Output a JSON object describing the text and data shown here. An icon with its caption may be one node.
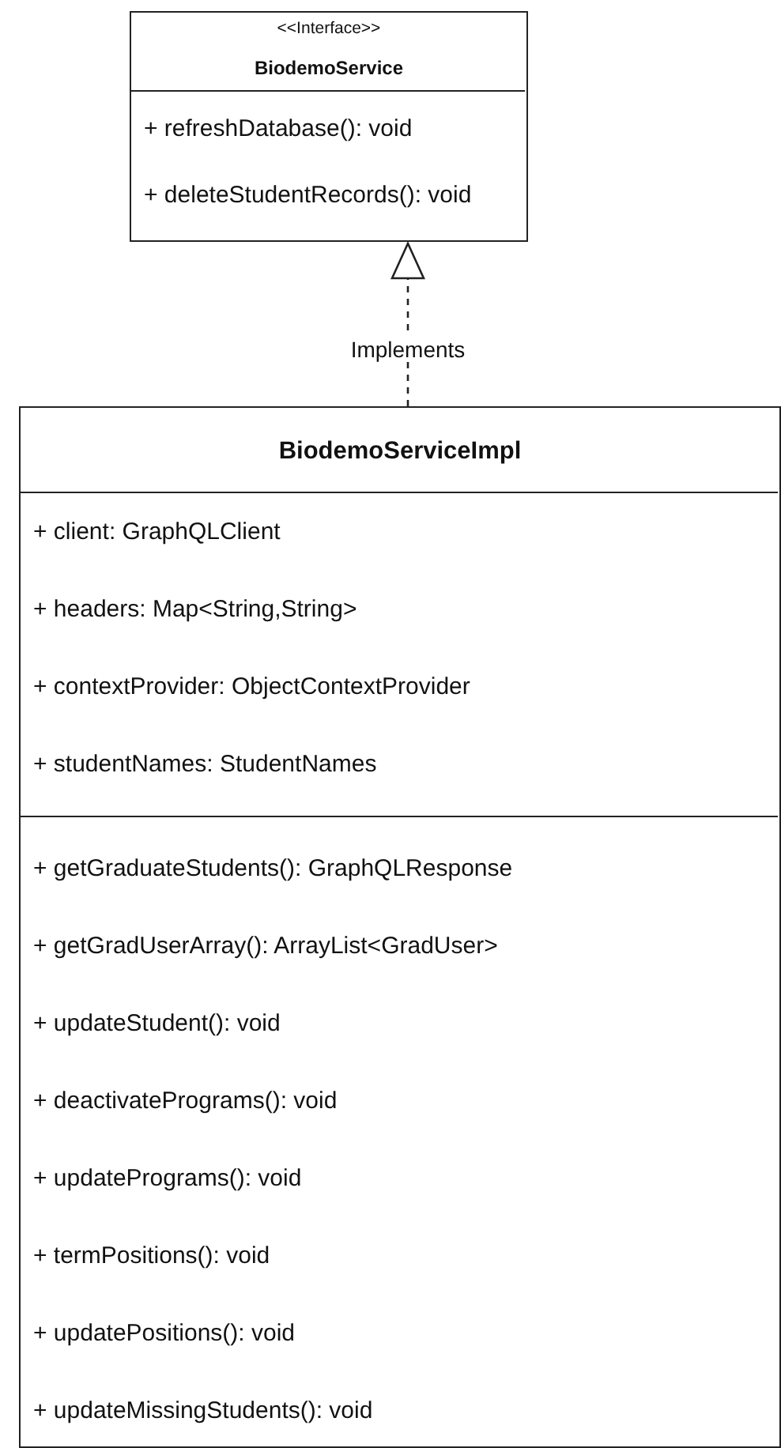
{
  "diagram": {
    "nodes": [
      {
        "text": [
          "<<Interface>>",
          "BiodemoService"
        ]
      },
      {
        "text": [
          "+ refreshDatabase(): void",
          "+ deleteStudentRecords(): void"
        ],
        "in": 0
      },
      {
        "text": [
          "BiodemoServiceImpl"
        ]
      },
      {
        "text": [
          "+ client: GraphQLClient",
          "+ headers: Map<String,String>",
          "+ contextProvider: ObjectContextProvider",
          "+ studentNames: StudentNames"
        ],
        "in": 2
      },
      {
        "text": [
          "+ getGraduateStudents(): GraphQLResponse",
          "+ getGradUserArray(): ArrayList<GradUser>",
          "+ updateStudent(): void",
          "+ deactivatePrograms(): void",
          "+ updatePrograms(): void",
          "+ termPositions(): void",
          "+ updatePositions(): void",
          "+ updateMissingStudents(): void"
        ],
        "in": 2
      }
    ],
    "edges": [
      {
        "from": 2,
        "to": 0,
        "arrow": "to",
        "label": "Implements",
        "style": "dashed"
      }
    ]
  }
}
